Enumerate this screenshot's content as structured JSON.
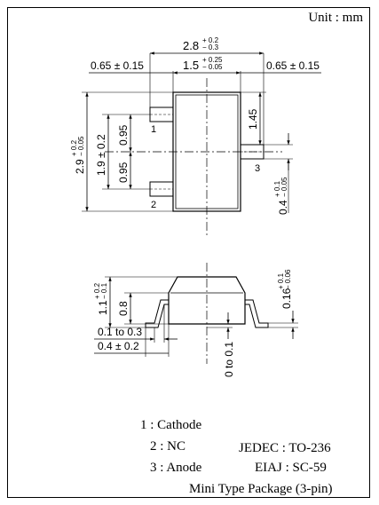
{
  "unit_label": "Unit : mm",
  "dims": {
    "overall_width": "2.8",
    "overall_width_tol_plus": "+ 0.2",
    "overall_width_tol_minus": "− 0.3",
    "body_width": "1.5",
    "body_width_tol_plus": "+ 0.25",
    "body_width_tol_minus": "− 0.05",
    "lead_offset_left": "0.65 ± 0.15",
    "lead_offset_right": "0.65 ± 0.15",
    "height_total": "2.9",
    "height_total_tol_plus": "+ 0.2",
    "height_total_tol_minus": "− 0.05",
    "pitch_total": "1.9 ± 0.2",
    "pitch_top": "0.95",
    "pitch_bottom": "0.95",
    "pin3_offset": "1.45",
    "pin_width": "0.4",
    "pin_width_tol_plus": "+ 0.1",
    "pin_width_tol_minus": "− 0.05",
    "side_height": "1.1",
    "side_height_tol_plus": "+ 0.2",
    "side_height_tol_minus": "− 0.1",
    "body_height": "0.8",
    "lead_thickness": "0.16",
    "lead_thickness_tol_plus": "+ 0.1",
    "lead_thickness_tol_minus": "− 0.06",
    "standoff": "0 to 0.1",
    "lead_length_1": "0.1 to 0.3",
    "lead_length_2": "0.4 ± 0.2"
  },
  "pins": {
    "pin1_number": "1",
    "pin2_number": "2",
    "pin3_number": "3"
  },
  "legend": {
    "pin1": "1 : Cathode",
    "pin2": "2 : NC",
    "pin3": "3 : Anode"
  },
  "standards": {
    "jedec": "JEDEC : TO-236",
    "eiaj": "EIAJ : SC-59"
  },
  "package_name": "Mini Type Package (3-pin)"
}
